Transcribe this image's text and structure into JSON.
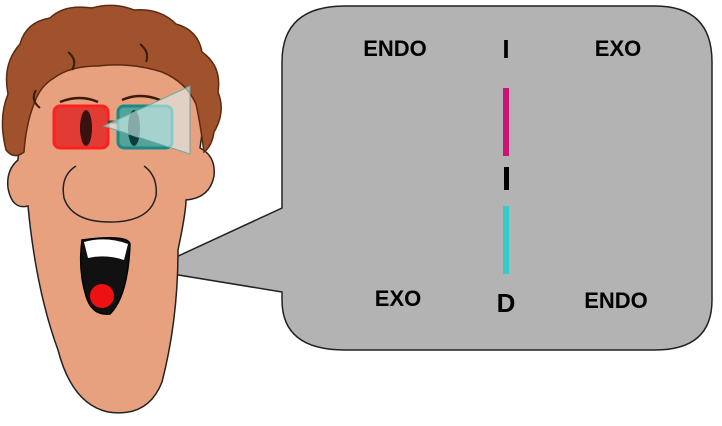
{
  "bubble": {
    "top_left": "ENDO",
    "top_center": "I",
    "top_right": "EXO",
    "bottom_left": "EXO",
    "bottom_center": "D",
    "bottom_right": "ENDO"
  },
  "colors": {
    "bubble_fill": "#b3b3b3",
    "skin": "#e8a17f",
    "hair": "#a0522d",
    "lens_red": "#e01a1a",
    "lens_cyan": "#2fa3a0",
    "stem_magenta": "#cc1477",
    "stem_cyan": "#33cccc",
    "tongue": "#ee1111"
  },
  "icons": [
    "3d-glasses-icon",
    "cartoon-face-icon"
  ]
}
